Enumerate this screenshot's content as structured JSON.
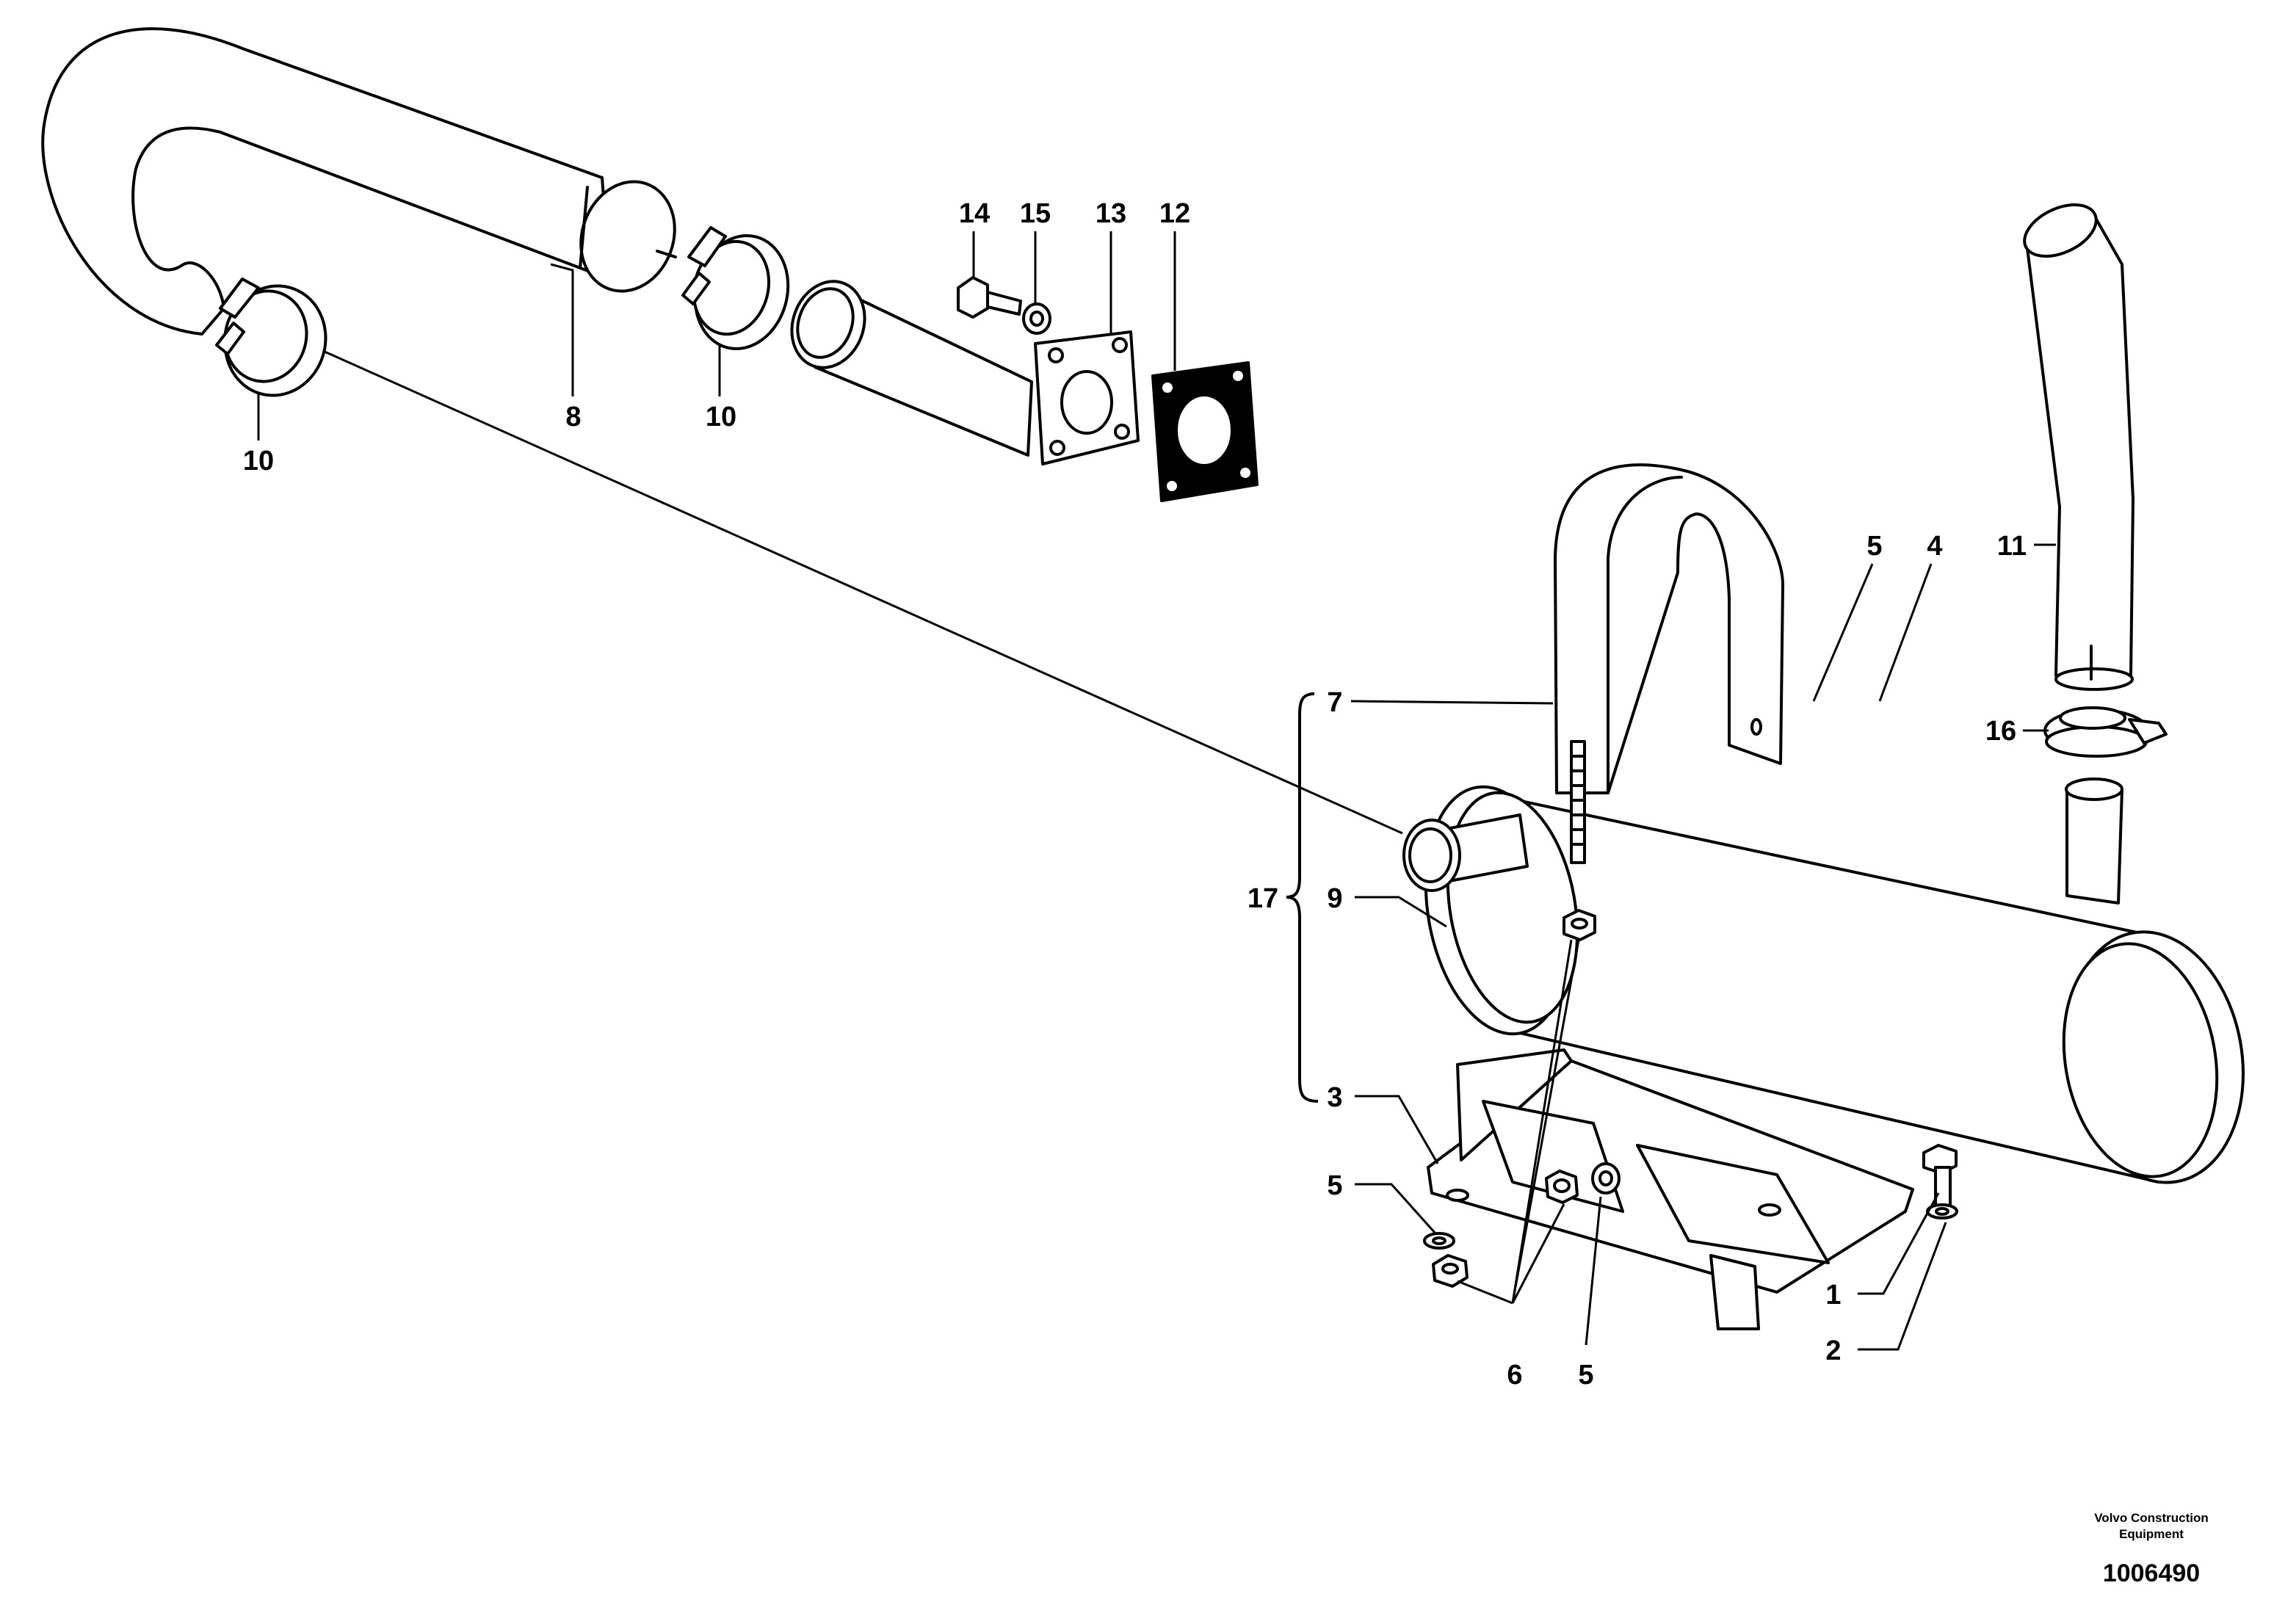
{
  "callouts": {
    "c14": "14",
    "c15": "15",
    "c13": "13",
    "c12": "12",
    "c8": "8",
    "c10a": "10",
    "c10b": "10",
    "c11": "11",
    "c5a": "5",
    "c4": "4",
    "c16": "16",
    "c7": "7",
    "c17": "17",
    "c9": "9",
    "c3": "3",
    "c5b": "5",
    "c1": "1",
    "c2": "2",
    "c6": "6",
    "c5c": "5"
  },
  "credit": {
    "line1": "Volvo Construction",
    "line2": "Equipment"
  },
  "document_number": "1006490"
}
